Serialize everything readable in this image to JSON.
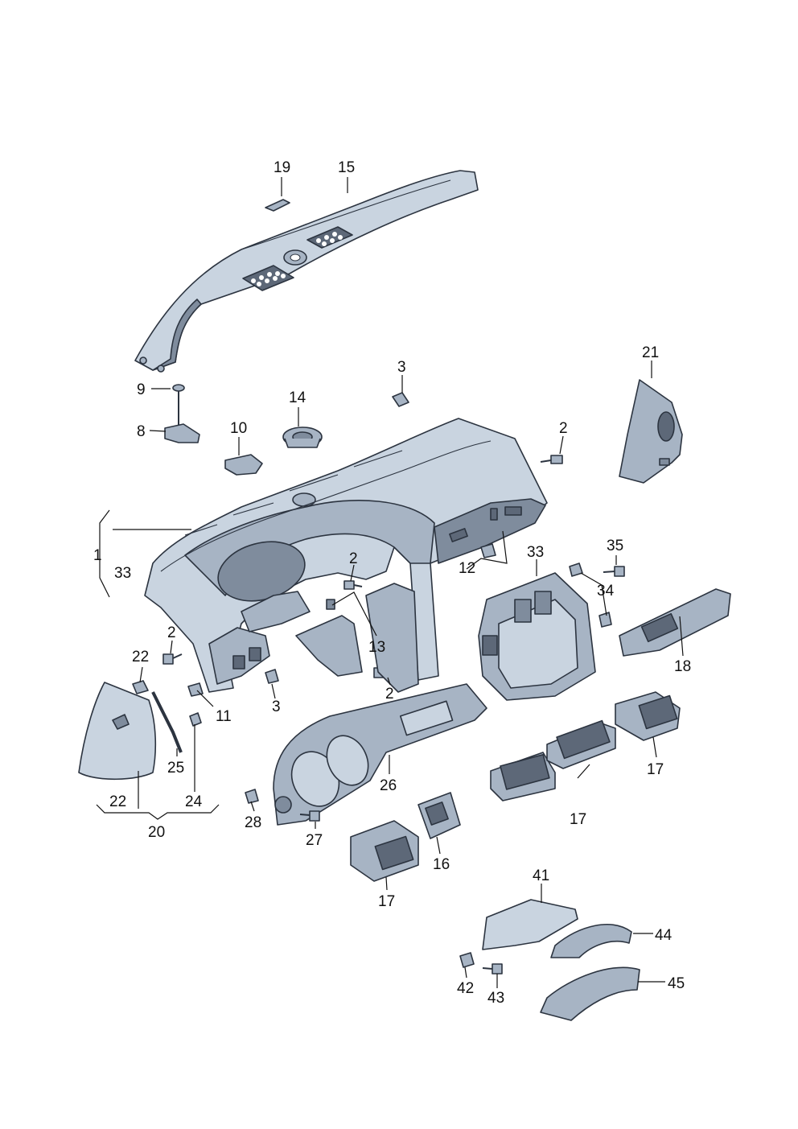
{
  "callouts": {
    "c19": "19",
    "c15": "15",
    "c9": "9",
    "c8": "8",
    "c3a": "3",
    "c14": "14",
    "c10": "10",
    "c2a": "2",
    "c21": "21",
    "c1": "1",
    "c33a": "33",
    "c2b": "2",
    "c12": "12",
    "c33b": "33",
    "c35": "35",
    "c34": "34",
    "c2c": "2",
    "c13": "13",
    "c22a": "22",
    "c11": "11",
    "c3b": "3",
    "c2d": "2",
    "c18": "18",
    "c25": "25",
    "c24": "24",
    "c22b": "22",
    "c20": "20",
    "c26": "26",
    "c17a": "17",
    "c17b": "17",
    "c28": "28",
    "c27": "27",
    "c16": "16",
    "c17c": "17",
    "c41": "41",
    "c44": "44",
    "c45": "45",
    "c42": "42",
    "c43": "43"
  },
  "colors": {
    "part_light": "#c9d4e0",
    "part_mid": "#a7b4c4",
    "part_dark": "#7f8c9d",
    "outline": "#2c3440"
  }
}
